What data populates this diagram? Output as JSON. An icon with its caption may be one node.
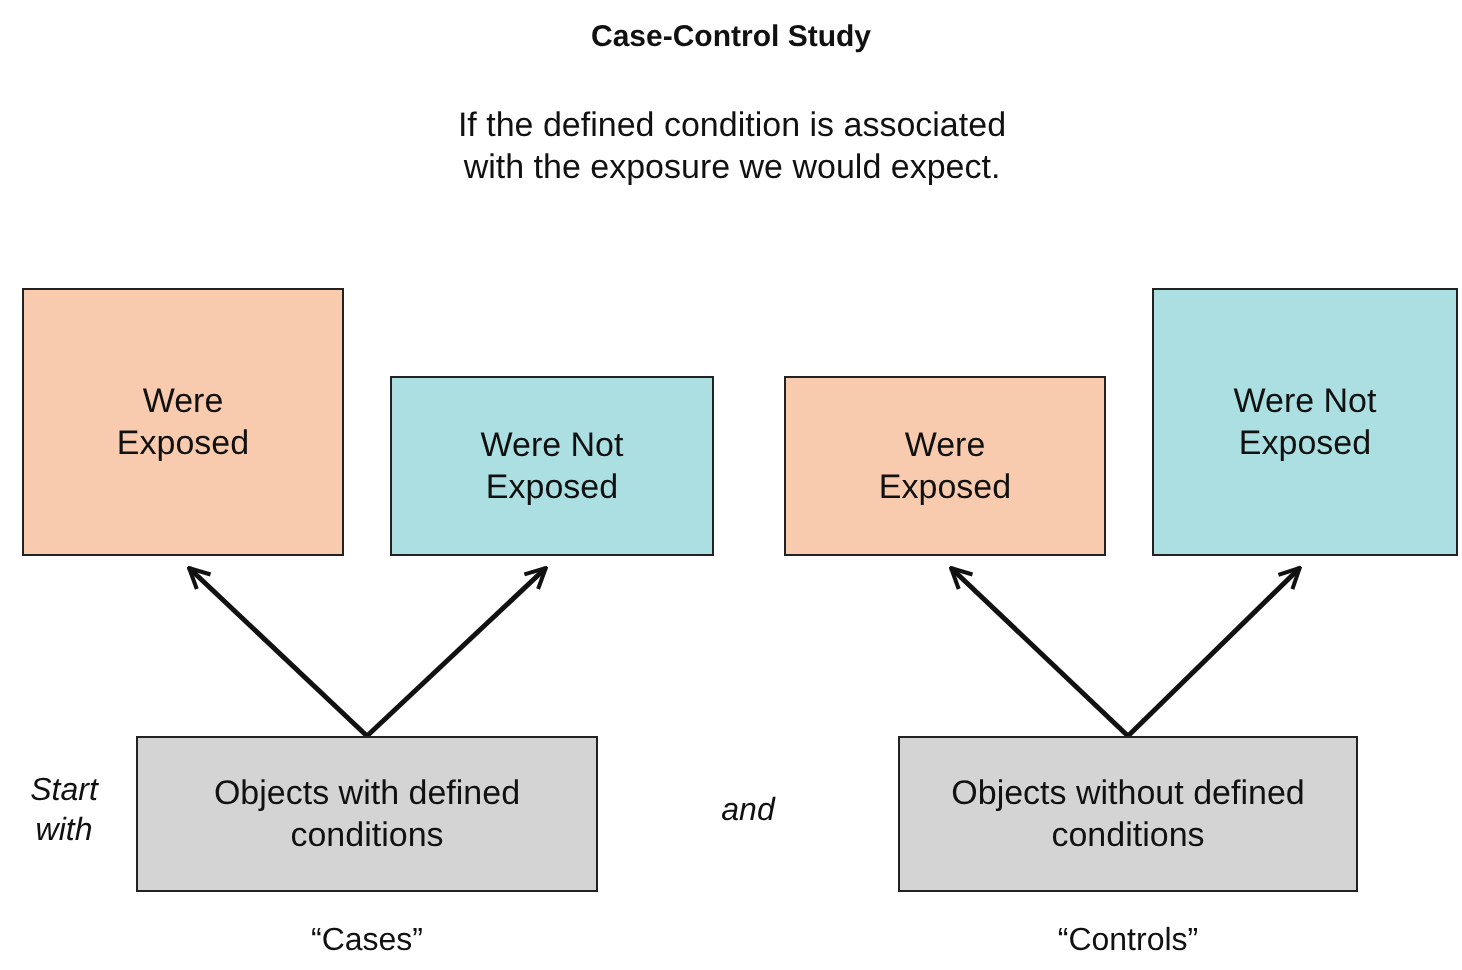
{
  "diagram": {
    "title": "Case-Control Study",
    "nodes": [
      {
        "text": [
          "Were Exposed"
        ]
      },
      {
        "text": [
          "Were Not Exposed"
        ]
      },
      {
        "text": [
          "Were Exposed"
        ]
      },
      {
        "text": [
          "Were Not Exposed"
        ]
      },
      {
        "text": [
          "Objects with defined conditions"
        ],
        "beside": [
          "“Cases”"
        ]
      },
      {
        "text": [
          "Objects without defined conditions"
        ],
        "beside": [
          "“Controls”"
        ]
      }
    ],
    "edges": [
      {
        "from": 4,
        "to": 0,
        "arrow": "to"
      },
      {
        "from": 4,
        "to": 1,
        "arrow": "to"
      },
      {
        "from": 5,
        "to": 2,
        "arrow": "to"
      },
      {
        "from": 5,
        "to": 3,
        "arrow": "to"
      }
    ],
    "labels": [
      "If the defined condition is associated with the exposure we would expect.",
      "Start with",
      "and"
    ]
  }
}
